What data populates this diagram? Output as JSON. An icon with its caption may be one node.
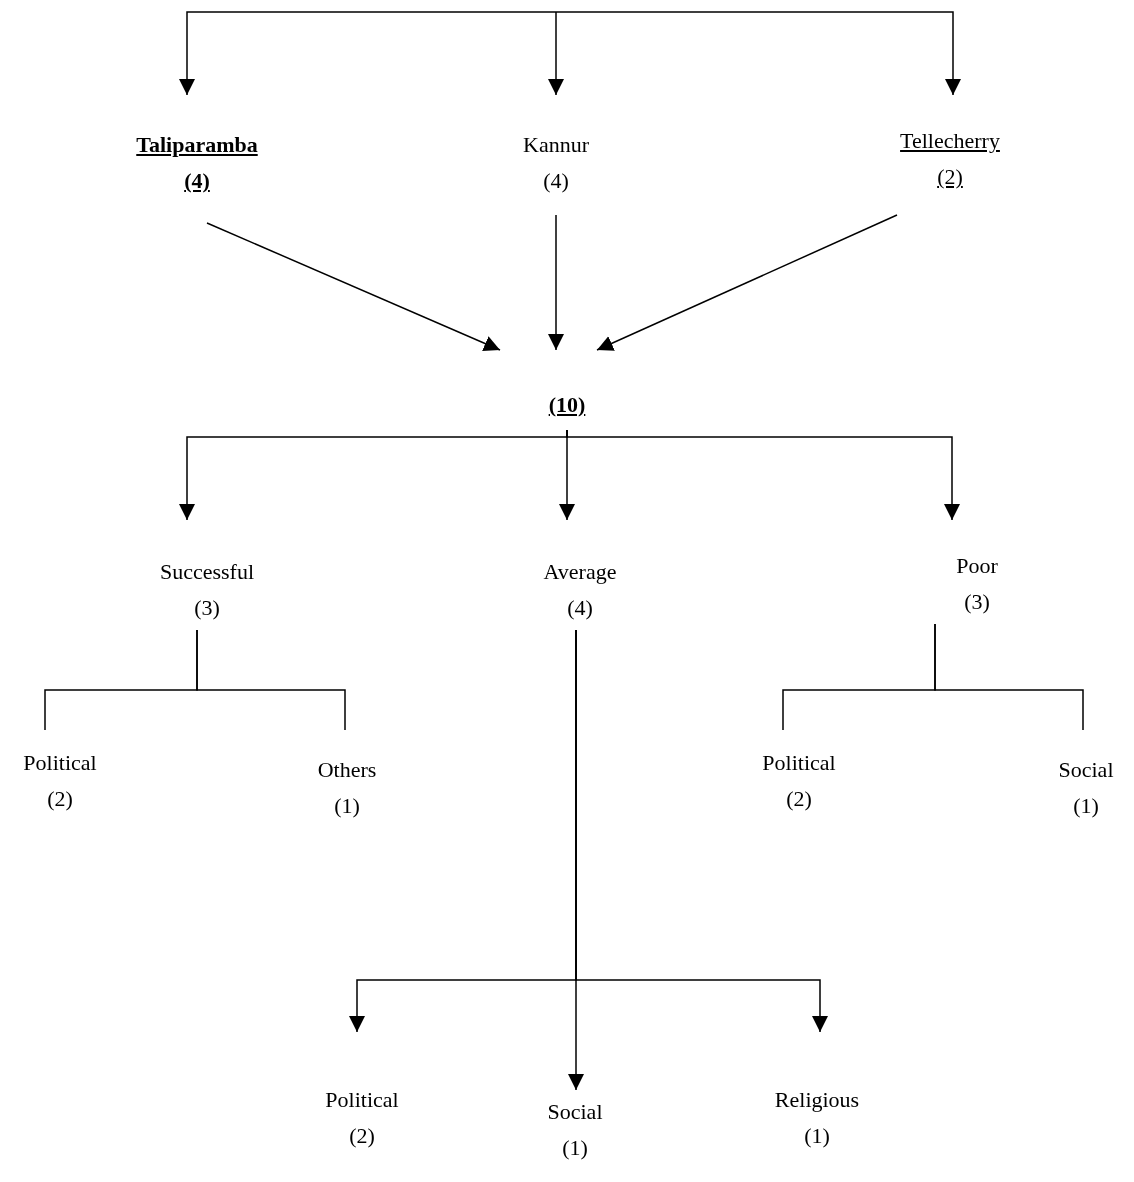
{
  "diagram": {
    "nodes": [
      {
        "text": [
          "Taliparamba",
          "(4)"
        ]
      },
      {
        "text": [
          "Kannur",
          "(4)"
        ]
      },
      {
        "text": [
          "Tellecherry",
          "(2)"
        ]
      },
      {
        "text": [
          "(10)"
        ]
      },
      {
        "text": [
          "Successful",
          "(3)"
        ]
      },
      {
        "text": [
          "Average",
          "(4)"
        ]
      },
      {
        "text": [
          "Poor",
          "(3)"
        ]
      },
      {
        "text": [
          "Political",
          "(2)"
        ]
      },
      {
        "text": [
          "Others",
          "(1)"
        ]
      },
      {
        "text": [
          "Political",
          "(2)"
        ]
      },
      {
        "text": [
          "Social",
          "(1)"
        ]
      },
      {
        "text": [
          "Political",
          "(2)"
        ]
      },
      {
        "text": [
          "Social",
          "(1)"
        ]
      },
      {
        "text": [
          "Religious",
          "(1)"
        ]
      }
    ],
    "edges": [
      {
        "from": null,
        "to": 0,
        "arrow": "to"
      },
      {
        "from": null,
        "to": 1,
        "arrow": "to"
      },
      {
        "from": null,
        "to": 2,
        "arrow": "to"
      },
      {
        "from": 0,
        "to": 3,
        "arrow": "to"
      },
      {
        "from": 1,
        "to": 3,
        "arrow": "to"
      },
      {
        "from": 2,
        "to": 3,
        "arrow": "to"
      },
      {
        "from": 3,
        "to": 4,
        "arrow": "to"
      },
      {
        "from": 3,
        "to": 5,
        "arrow": "to"
      },
      {
        "from": 3,
        "to": 6,
        "arrow": "to"
      },
      {
        "from": 4,
        "to": 7,
        "arrow": "none"
      },
      {
        "from": 4,
        "to": 8,
        "arrow": "none"
      },
      {
        "from": 6,
        "to": 9,
        "arrow": "none"
      },
      {
        "from": 6,
        "to": 10,
        "arrow": "none"
      },
      {
        "from": 5,
        "to": 11,
        "arrow": "to"
      },
      {
        "from": 5,
        "to": 12,
        "arrow": "to"
      },
      {
        "from": 5,
        "to": 13,
        "arrow": "to"
      }
    ]
  }
}
